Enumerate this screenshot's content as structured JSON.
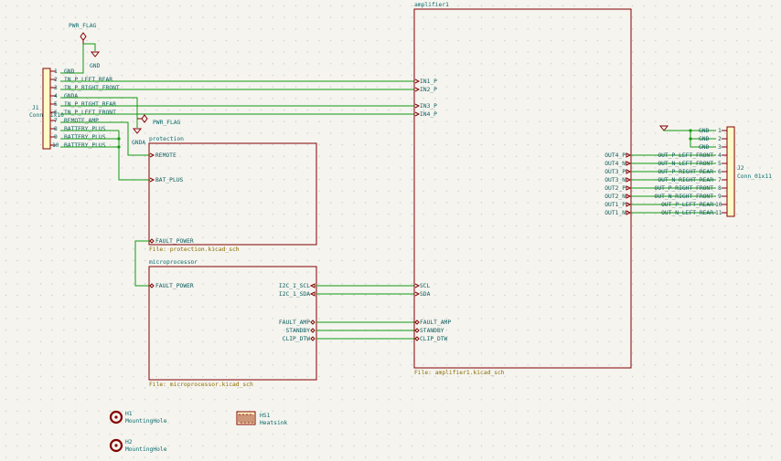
{
  "pwr_flag_top": {
    "label": "PWR_FLAG",
    "gnd": "GND"
  },
  "j1": {
    "ref": "J1",
    "value": "Conn_01x10",
    "pins": [
      {
        "num": "1",
        "name": "GND"
      },
      {
        "num": "2",
        "name": "IN_P_LEFT_REAR"
      },
      {
        "num": "3",
        "name": "IN_P_RIGHT_FRONT"
      },
      {
        "num": "4",
        "name": "GNDA"
      },
      {
        "num": "5",
        "name": "IN_P_RIGHT_REAR"
      },
      {
        "num": "6",
        "name": "IN_P_LEFT_FRONT"
      },
      {
        "num": "7",
        "name": "REMOTE_AMP"
      },
      {
        "num": "8",
        "name": "BATTERY_PLUS"
      },
      {
        "num": "9",
        "name": "BATTERY_PLUS"
      },
      {
        "num": "10",
        "name": "BATTERY_PLUS"
      }
    ]
  },
  "pwr_flag_mid": {
    "label": "PWR_FLAG",
    "gnda": "GNDA"
  },
  "protection": {
    "title": "protection",
    "file": "File: protection.kicad_sch",
    "pins": {
      "remote": "REMOTE",
      "bat_plus": "BAT_PLUS",
      "fault_power": "FAULT_POWER"
    }
  },
  "microprocessor": {
    "title": "microprocessor",
    "file": "File: microprocessor.kicad_sch",
    "pins": {
      "fault_power": "FAULT_POWER",
      "scl": "I2C_1_SCL",
      "sda": "I2C_1_SDA",
      "fault_amp": "FAULT_AMP",
      "standby": "STANDBY",
      "clip": "CLIP_DTW"
    }
  },
  "amplifier": {
    "title": "amplifier1",
    "file": "File: amplifier1.kicad_sch",
    "left_pins": {
      "in1": "IN1_P",
      "in2": "IN2_P",
      "in3": "IN3_P",
      "in4": "IN4_P",
      "scl": "SCL",
      "sda": "SDA",
      "fault_amp": "FAULT_AMP",
      "standby": "STANDBY",
      "clip": "CLIP_DTW"
    },
    "right_pins": [
      "OUT4_P",
      "OUT4_N",
      "OUT3_P",
      "OUT3_N",
      "OUT2_P",
      "OUT2_N",
      "OUT1_P",
      "OUT1_N"
    ]
  },
  "j2": {
    "ref": "J2",
    "value": "Conn_01x11",
    "gnd": "GND",
    "pins": [
      {
        "num": "1",
        "name": "GND"
      },
      {
        "num": "2",
        "name": "GND"
      },
      {
        "num": "3",
        "name": "GND"
      },
      {
        "num": "4",
        "name": "OUT_P_LEFT_FRONT"
      },
      {
        "num": "5",
        "name": "OUT_N_LEFT_FRONT"
      },
      {
        "num": "6",
        "name": "OUT_P_RIGHT_REAR"
      },
      {
        "num": "7",
        "name": "OUT_N_RIGHT_REAR"
      },
      {
        "num": "8",
        "name": "OUT_P_RIGHT_FRONT"
      },
      {
        "num": "9",
        "name": "OUT_N_RIGHT_FRONT"
      },
      {
        "num": "10",
        "name": "OUT_P_LEFT_REAR"
      },
      {
        "num": "11",
        "name": "OUT_N_LEFT_REAR"
      }
    ]
  },
  "h1": {
    "ref": "H1",
    "value": "MountingHole"
  },
  "h2": {
    "ref": "H2",
    "value": "MountingHole"
  },
  "hs1": {
    "ref": "HS1",
    "value": "Heatsink"
  }
}
